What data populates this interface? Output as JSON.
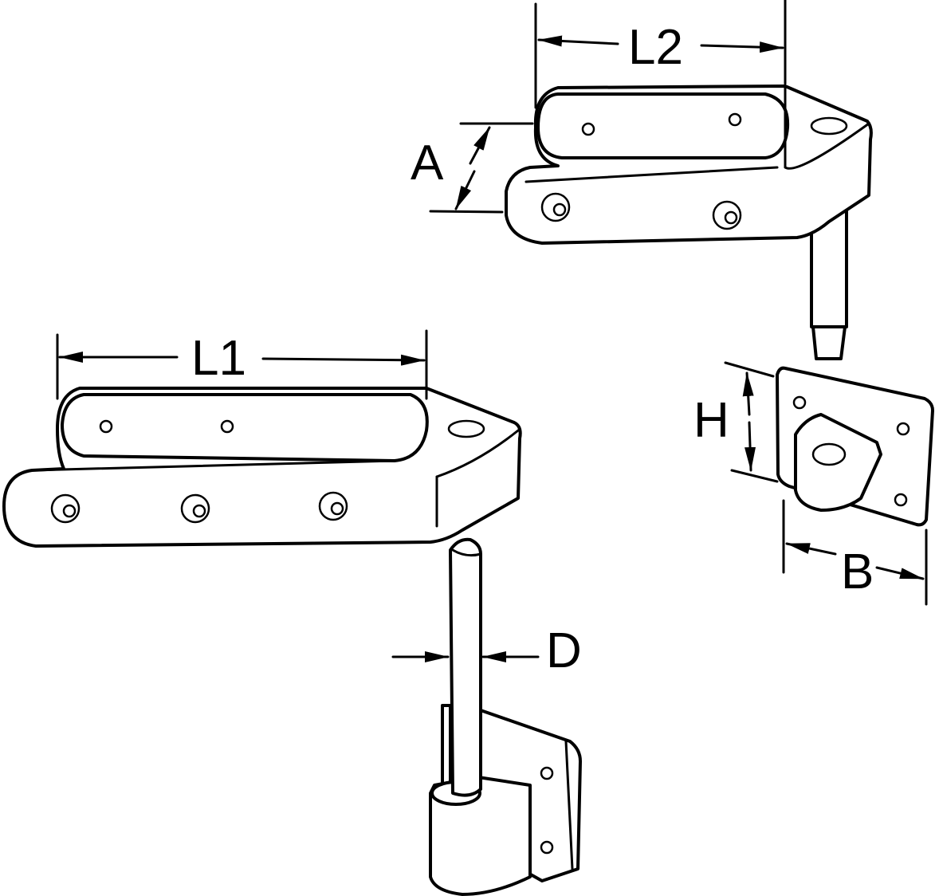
{
  "labels": {
    "l1": "L1",
    "l2": "L2",
    "a": "A",
    "h": "H",
    "b": "B",
    "d": "D"
  },
  "colors": {
    "line": "#000000",
    "background": "#ffffff"
  }
}
